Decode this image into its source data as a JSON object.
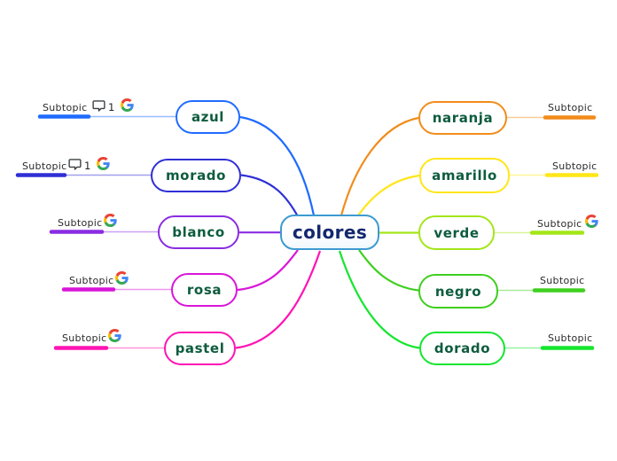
{
  "root": {
    "label": "colores",
    "border_color": "#3d9ad1",
    "text_color": "#14286e",
    "fill": "#ffffff"
  },
  "node_text_color": "#0d5c3e",
  "canvas_background": "#ffffff",
  "branches": {
    "left": [
      {
        "label": "azul",
        "color": "#1f6bff",
        "subtopic": "Subtopic",
        "comments": "1",
        "icons": [
          "comment-icon",
          "google-icon"
        ]
      },
      {
        "label": "morado",
        "color": "#2f2fd6",
        "subtopic": "Subtopic",
        "comments": "1",
        "icons": [
          "comment-icon",
          "google-icon"
        ]
      },
      {
        "label": "blanco",
        "color": "#8a2be2",
        "subtopic": "Subtopic",
        "icons": [
          "google-icon"
        ]
      },
      {
        "label": "rosa",
        "color": "#d916d9",
        "subtopic": "Subtopic",
        "icons": [
          "google-icon"
        ]
      },
      {
        "label": "pastel",
        "color": "#ff14b4",
        "subtopic": "Subtopic",
        "icons": [
          "google-icon"
        ]
      }
    ],
    "right": [
      {
        "label": "naranja",
        "color": "#f28c1a",
        "subtopic": "Subtopic",
        "icons": []
      },
      {
        "label": "amarillo",
        "color": "#ffe619",
        "subtopic": "Subtopic",
        "icons": []
      },
      {
        "label": "verde",
        "color": "#a3e619",
        "subtopic": "Subtopic",
        "icons": [
          "google-icon"
        ]
      },
      {
        "label": "negro",
        "color": "#3ecf1f",
        "subtopic": "Subtopic",
        "icons": []
      },
      {
        "label": "dorado",
        "color": "#15e62e",
        "subtopic": "Subtopic",
        "icons": []
      }
    ]
  },
  "icon_colors": {
    "google_blue": "#4285F4",
    "google_green": "#34A853",
    "google_yellow": "#FBBC05",
    "google_red": "#EA4335",
    "comment_stroke": "#3c4043"
  }
}
